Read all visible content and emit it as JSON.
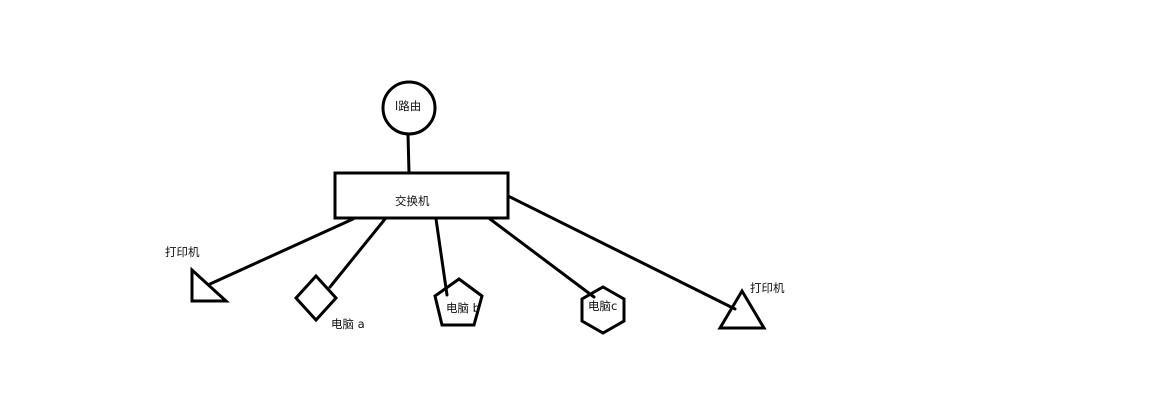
{
  "diagram": {
    "nodes": {
      "router": {
        "label": "l路由"
      },
      "switch": {
        "label": "交换机"
      },
      "printer1": {
        "label": "打印机"
      },
      "pc_a": {
        "label": "电脑  a"
      },
      "pc_b": {
        "label": "电脑  b"
      },
      "pc_c": {
        "label": "电脑c"
      },
      "printer2": {
        "label": "打印机"
      }
    },
    "edges": [
      [
        "router",
        "switch"
      ],
      [
        "switch",
        "printer1"
      ],
      [
        "switch",
        "pc_a"
      ],
      [
        "switch",
        "pc_b"
      ],
      [
        "switch",
        "pc_c"
      ],
      [
        "switch",
        "printer2"
      ]
    ]
  }
}
